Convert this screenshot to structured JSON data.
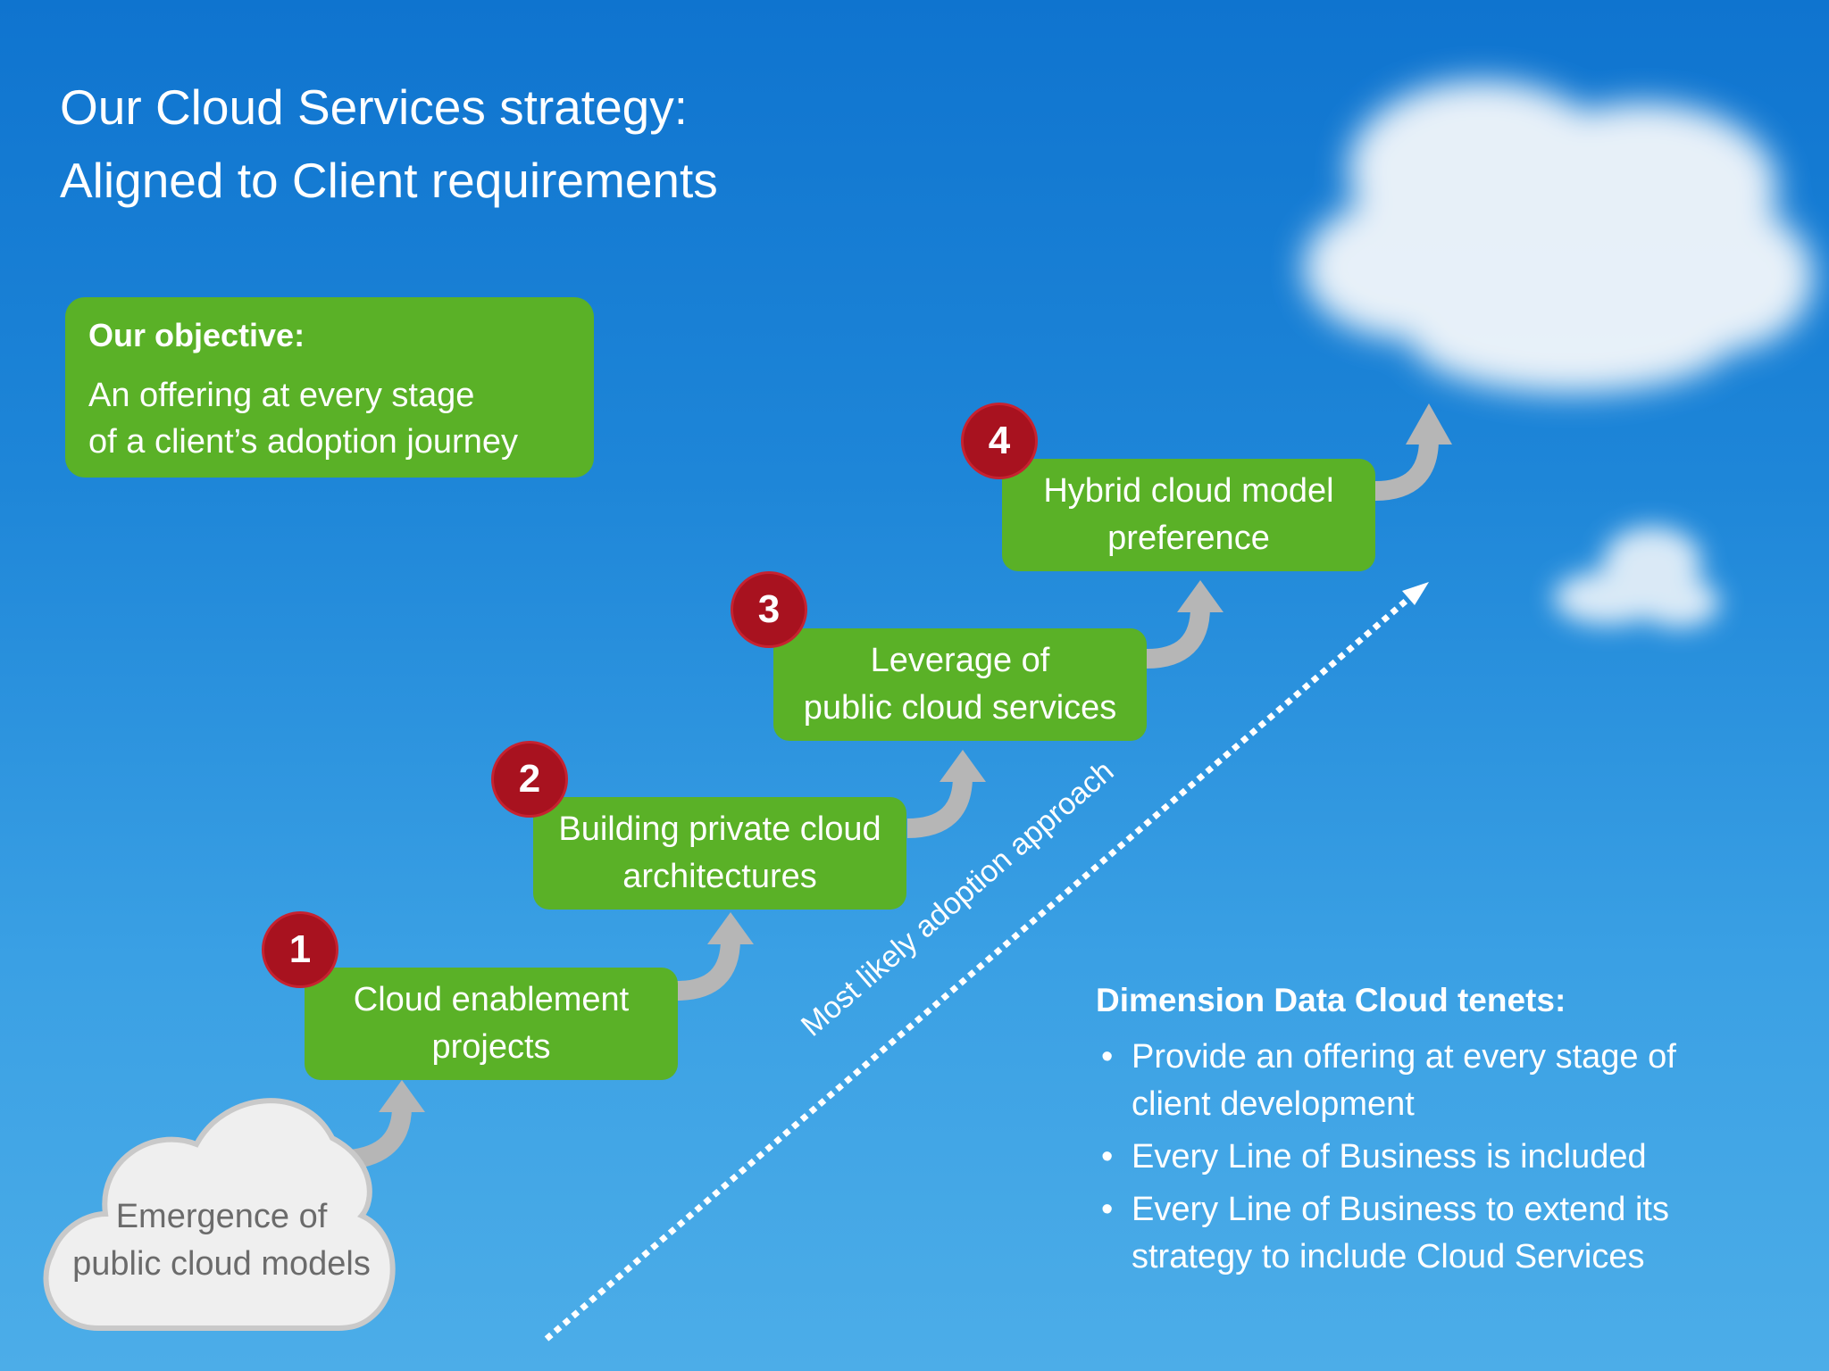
{
  "title": {
    "line1": "Our Cloud Services strategy:",
    "line2": "Aligned to Client requirements"
  },
  "objective": {
    "heading": "Our objective:",
    "line1": "An offering at every stage",
    "line2": "of a client’s adoption journey"
  },
  "start": {
    "line1": "Emergence of",
    "line2": "public cloud models"
  },
  "steps": [
    {
      "number": "1",
      "line1": "Cloud enablement",
      "line2": "projects"
    },
    {
      "number": "2",
      "line1": "Building private cloud",
      "line2": "architectures"
    },
    {
      "number": "3",
      "line1": "Leverage of",
      "line2": "public cloud services"
    },
    {
      "number": "4",
      "line1": "Hybrid cloud model",
      "line2": "preference"
    }
  ],
  "diagonal_label": "Most likely adoption approach",
  "tenets": {
    "heading": "Dimension Data Cloud tenets:",
    "bullet": "•",
    "items": [
      {
        "line1": "Provide an offering at every stage of",
        "line2": "client development"
      },
      {
        "line1": "Every Line of Business is included",
        "line2": ""
      },
      {
        "line1": "Every Line of Business to extend its",
        "line2": "strategy to include Cloud Services"
      }
    ]
  },
  "colors": {
    "sky_top": "#0f74cf",
    "sky_bottom": "#4cade8",
    "step_green": "#5ab127",
    "badge_red": "#a8121f",
    "connector_gray": "#b6b6b6",
    "text_white": "#ffffff"
  }
}
